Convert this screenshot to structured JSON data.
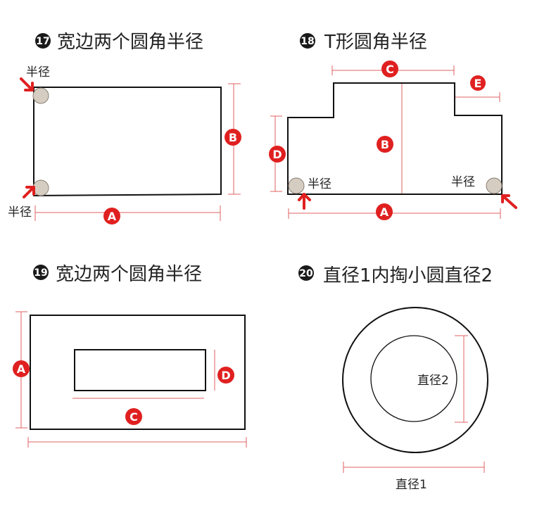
{
  "colors": {
    "badge": "#e02020",
    "dim_line": "#e06060",
    "outline": "#111111",
    "corner_circle": "#d6cdc2",
    "arrow": "#e02020"
  },
  "panel17": {
    "number": "17",
    "title": "宽边两个圆角半径",
    "radius_top": "半径",
    "radius_bottom": "半径",
    "label_a": "A",
    "label_b": "B"
  },
  "panel18": {
    "number": "18",
    "title": "T形圆角半径",
    "label_c": "C",
    "label_e": "E",
    "label_b": "B",
    "label_d": "D",
    "label_a": "A",
    "radius_left": "半径",
    "radius_right": "半径"
  },
  "panel19": {
    "number": "19",
    "title": "宽边两个圆角半径",
    "label_a": "A",
    "label_c": "C",
    "label_d": "D"
  },
  "panel20": {
    "number": "20",
    "title": "直径1内掏小圆直径2",
    "inner_diameter": "直径2",
    "outer_diameter": "直径1"
  }
}
